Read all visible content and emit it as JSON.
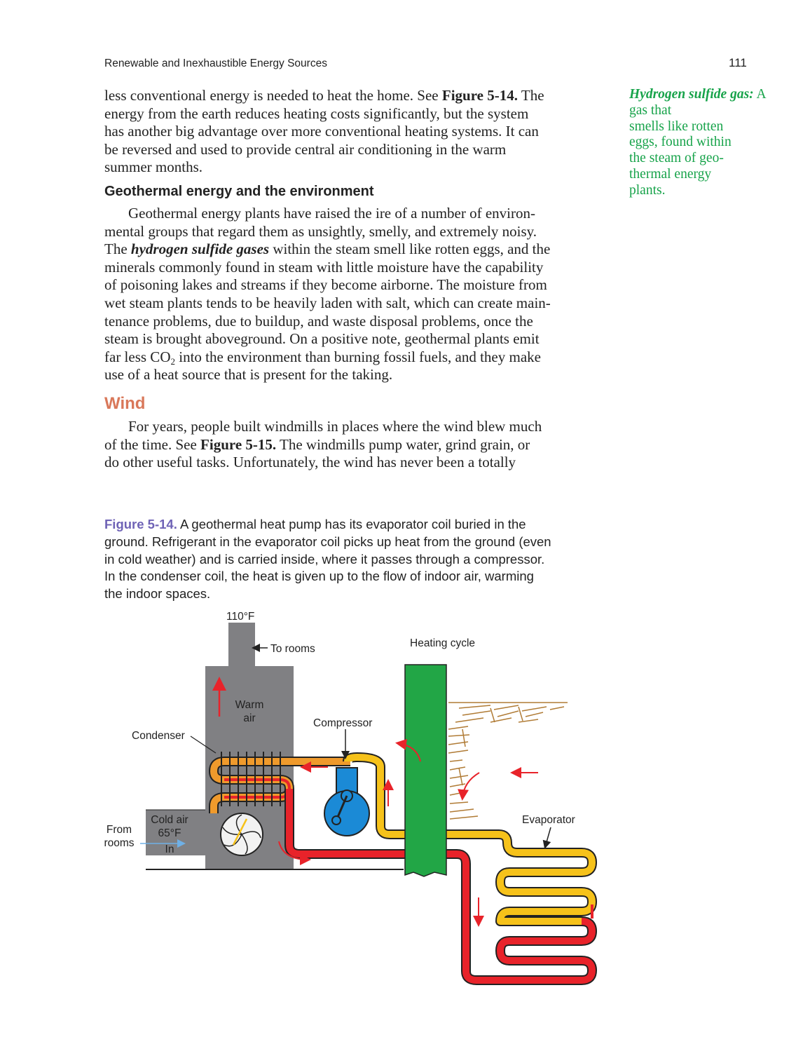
{
  "header": {
    "running_title": "Renewable and Inexhaustible Energy Sources",
    "page_number": "111"
  },
  "para1": {
    "lines": [
      [
        "less conventional energy is needed to heat the home. See ",
        "Figure 5-14.",
        " The"
      ],
      "energy from the earth reduces heating costs significantly, but the system",
      "has another big advantage over more conventional heating systems. It can",
      "be reversed and used to provide central air conditioning in the warm",
      "summer months."
    ]
  },
  "section_geo": {
    "heading": "Geothermal energy and the environment",
    "lines": [
      "Geothermal energy plants have raised the ire of a number of environ-",
      "mental groups that regard them as unsightly, smelly, and extremely noisy.",
      [
        "The ",
        "hydrogen sulfide gases",
        " within the steam smell like rotten eggs, and the"
      ],
      "minerals commonly found in steam with little moisture have the capability",
      "of poisoning lakes and streams if they become airborne. The moisture from",
      "wet steam plants tends to be heavily laden with salt, which can create main-",
      "tenance problems, due to buildup, and waste disposal problems, once the",
      "steam is brought aboveground. On a positive note, geothermal plants emit",
      [
        "far less CO",
        "2",
        " into the environment than burning fossil fuels, and they make"
      ],
      "use of a heat source that is present for the taking."
    ]
  },
  "section_wind": {
    "heading": "Wind",
    "lines": [
      "For years, people built windmills in places where the wind blew much",
      [
        "of the time. See ",
        "Figure 5-15.",
        " The windmills pump water, grind grain, or"
      ],
      "do other useful tasks. Unfortunately, the wind has never been a totally"
    ]
  },
  "margin_note": {
    "term": "Hydrogen sulfide gas:",
    "lines": [
      "A gas that",
      "smells like rotten",
      "eggs, found within",
      "the steam of geo-",
      "thermal energy",
      "plants."
    ]
  },
  "figure": {
    "number": "Figure 5-14.",
    "caption_lines": [
      " A geothermal heat pump has its evaporator coil buried in the",
      "ground. Refrigerant in the evaporator coil picks up heat from the ground (even",
      "in cold weather) and is carried inside, where it passes through a compressor.",
      "In the condenser coil, the heat is given up to the flow of indoor air, warming",
      "the indoor spaces."
    ],
    "labels": {
      "temp_out": "110°F",
      "to_rooms": "To rooms",
      "heating_cycle": "Heating cycle",
      "warm": "Warm",
      "air": "air",
      "compressor": "Compressor",
      "condenser": "Condenser",
      "cold_air": "Cold air",
      "temp_in": "65°F",
      "in": "In",
      "from": "From",
      "rooms": "rooms",
      "evaporator": "Evaporator"
    },
    "colors": {
      "cabinet": "#808083",
      "ground_wall": "#22a646",
      "hot_pipe": "#e8232a",
      "cool_pipe": "#f6c21a",
      "condenser_pipe": "#ef9a2c",
      "compressor": "#1b8ad6",
      "arrow_red": "#e8232a",
      "arrow_blue": "#6fb0e6"
    }
  }
}
